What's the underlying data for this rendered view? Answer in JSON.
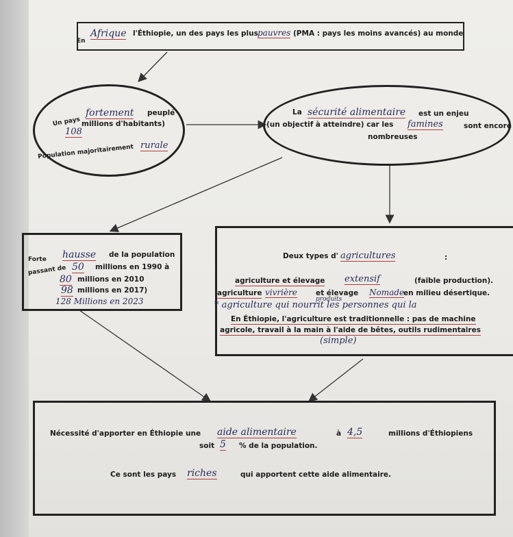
{
  "title_box": {
    "prefix": "En",
    "hw_continent": "Afrique",
    "text_part1": "l'Éthiopie, un des pays les plus",
    "hw_poor": "pauvres",
    "text_part2": "(PMA : pays les moins avancés) au monde"
  },
  "left_ellipse": {
    "line1_prefix": "Un pays",
    "hw_densely": "fortement",
    "line1_suffix": "peuplé",
    "hw_population": "108",
    "line2_suffix": "millions d'habitants)",
    "line3_prefix": "Population majoritairement",
    "hw_rural": "rurale"
  },
  "right_ellipse": {
    "line1_prefix": "La",
    "hw_security": "sécurité alimentaire",
    "line1_suffix": "est un enjeu",
    "line2_prefix": "(un objectif à atteindre) car les",
    "hw_famines": "famines",
    "line2_suffix": "sont encore",
    "line3": "nombreuses"
  },
  "growth_box": {
    "line1_prefix": "Forte",
    "hw_increase": "hausse",
    "line1_suffix": "de la population",
    "line2_prefix": "passant de",
    "hw_50": "50",
    "line2_suffix": "millions en 1990 à",
    "hw_80": "80",
    "line3_suffix": "millions en 2010",
    "hw_98": "98",
    "line4_suffix": "millions en 2017)",
    "hw_extra": "128 Millions en 2023"
  },
  "agri_box": {
    "heading_prefix": "Deux types d'",
    "hw_agriculture": "agricultures",
    "heading_suffix": ":",
    "line1_prefix": "agriculture et élevage",
    "hw_extensive": "extensif",
    "line1_suffix": "(faible production).",
    "line2_prefix": "agriculture",
    "hw_vivriere": "vivrière",
    "line2_mid": "et élevage",
    "hw_nomade": "Nomade",
    "line2_suffix": "en milieu désertique.",
    "hw_note_top": "produits",
    "hw_note": "* agriculture qui nourrit les personnes qui la",
    "line3": "En Éthiopie, l'agriculture est traditionnelle : pas de machine",
    "line4": "agricole, travail à la main à l'aide de bêtes, outils rudimentaires",
    "hw_simple": "(simple)"
  },
  "bottom_box": {
    "line1_prefix": "Nécessité d'apporter en Éthiopie une",
    "hw_aid": "aide alimentaire",
    "line1_mid": "à",
    "hw_45": "4,5",
    "line1_suffix": "millions d'Éthiopiens",
    "line2_prefix": "soit",
    "hw_5": "5",
    "line2_suffix": "% de la population.",
    "line3_prefix": "Ce sont les pays",
    "hw_rich": "riches",
    "line3_suffix": "qui apportent cette aide alimentaire."
  }
}
